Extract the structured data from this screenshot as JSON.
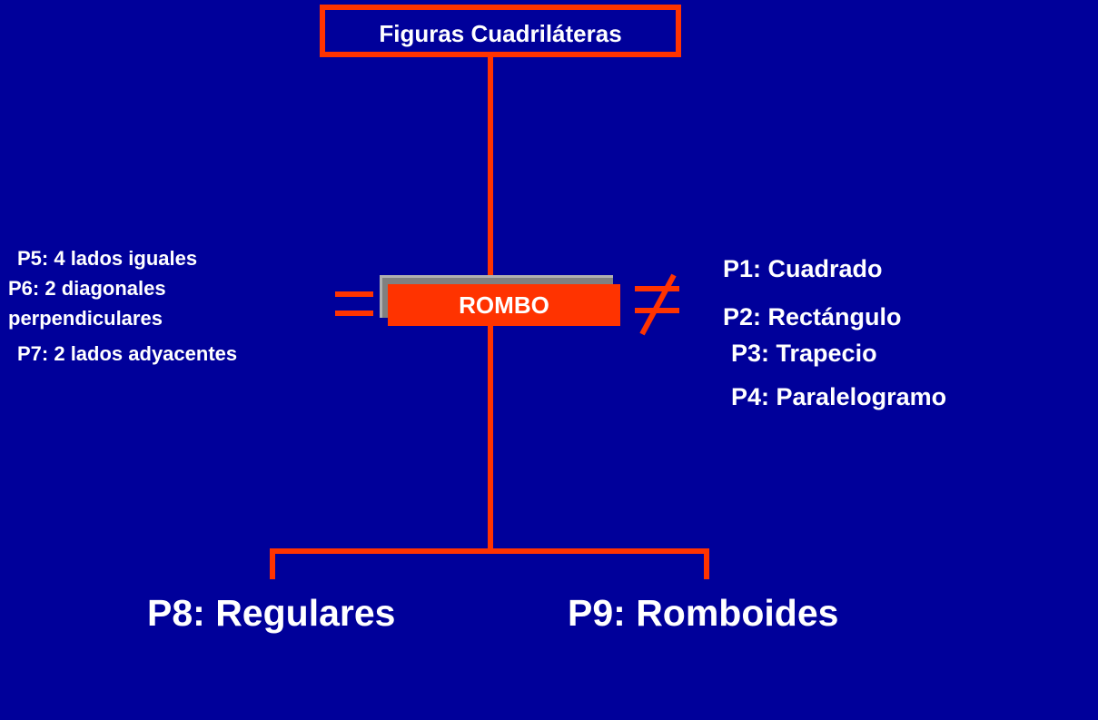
{
  "title": "Figuras Cuadriláteras",
  "center_node": "ROMBO",
  "symbols": {
    "equal": "equal-sign-icon",
    "not_equal": "not-equal-sign-icon"
  },
  "left_properties": {
    "p5": "P5: 4 lados iguales",
    "p6_line1": "P6: 2 diagonales",
    "p6_line2": "perpendiculares",
    "p7": "P7: 2 lados adyacentes"
  },
  "right_properties": {
    "p1": "P1: Cuadrado",
    "p2": "P2: Rectángulo",
    "p3": "P3: Trapecio",
    "p4": "P4: Paralelogramo"
  },
  "bottom": {
    "left": "P8: Regulares",
    "right": "P9: Romboides"
  },
  "colors": {
    "background": "#00009a",
    "accent": "#ff3300",
    "text": "#ffffff",
    "shadow": "#808080"
  }
}
